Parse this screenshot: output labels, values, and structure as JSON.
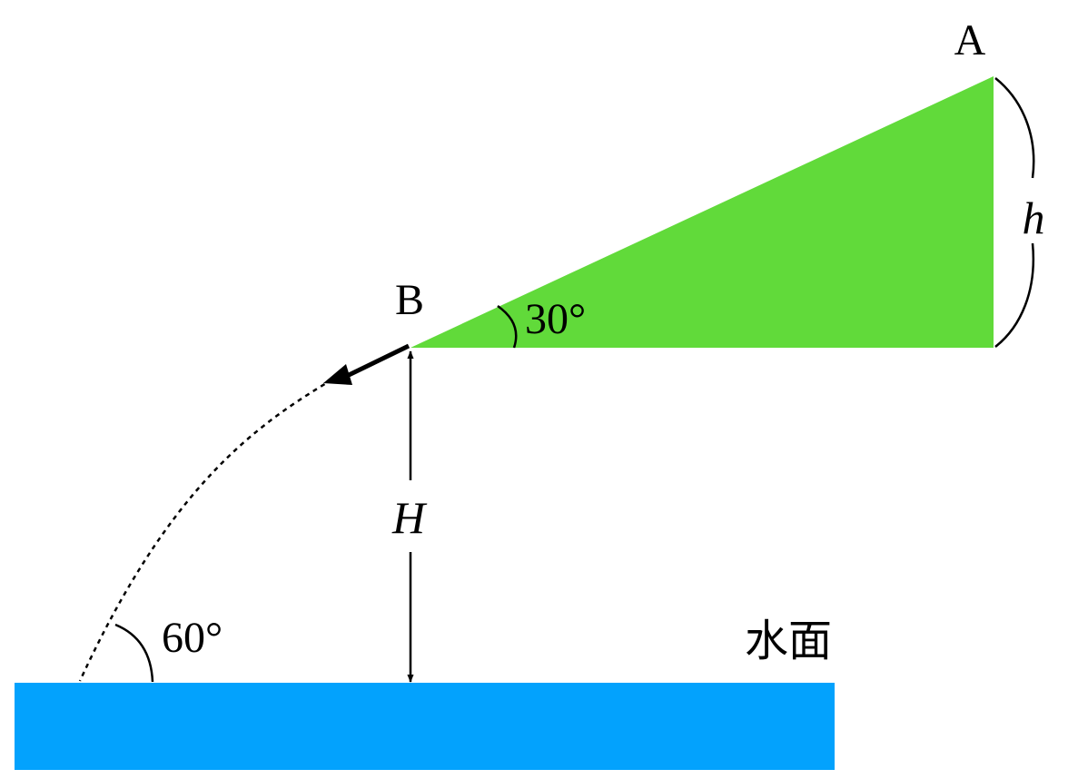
{
  "colors": {
    "slope": "#61da3a",
    "water": "#03a2fd",
    "ink": "#000000"
  },
  "labels": {
    "point_a": "A",
    "point_b": "B",
    "height_h": "h",
    "height_big_h": "H",
    "slope_angle": "30°",
    "entry_angle": "60°",
    "water_surface": "水面"
  }
}
